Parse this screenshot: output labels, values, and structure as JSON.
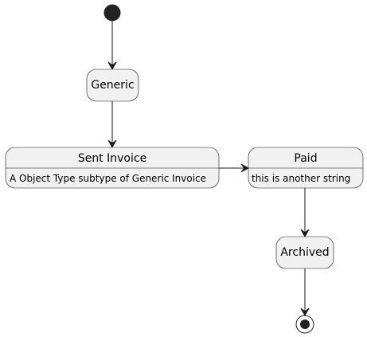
{
  "diagram": {
    "type": "state-diagram",
    "states": {
      "generic": {
        "title": "Generic"
      },
      "sent_invoice": {
        "title": "Sent Invoice",
        "description": "A Object Type subtype of Generic Invoice"
      },
      "paid": {
        "title": "Paid",
        "description": "this is another string"
      },
      "archived": {
        "title": "Archived"
      }
    },
    "transitions": [
      {
        "from": "start",
        "to": "generic"
      },
      {
        "from": "generic",
        "to": "sent_invoice"
      },
      {
        "from": "sent_invoice",
        "to": "paid"
      },
      {
        "from": "paid",
        "to": "archived"
      },
      {
        "from": "archived",
        "to": "end"
      }
    ],
    "colors": {
      "state_fill": "#f1f1f1",
      "border": "#181818",
      "node": "#222222"
    }
  }
}
